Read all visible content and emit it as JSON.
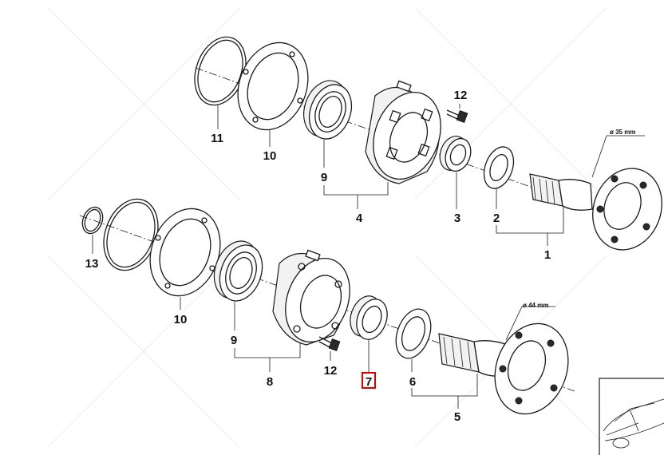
{
  "diagram": {
    "accent_color": "#e00000",
    "highlighted_part": "7",
    "dimension_labels": {
      "upper_flange": "ø 35 mm",
      "lower_flange": "ø 44 mm"
    },
    "callouts": {
      "p1": "1",
      "p2": "2",
      "p3": "3",
      "p4": "4",
      "p5": "5",
      "p6": "6",
      "p7": "7",
      "p8": "8",
      "p9_upper": "9",
      "p9_lower": "9",
      "p10_upper": "10",
      "p10_lower": "10",
      "p11": "11",
      "p12_upper": "12",
      "p12_lower": "12",
      "p13": "13"
    },
    "thumbnail_icon": "car-outline-icon"
  }
}
